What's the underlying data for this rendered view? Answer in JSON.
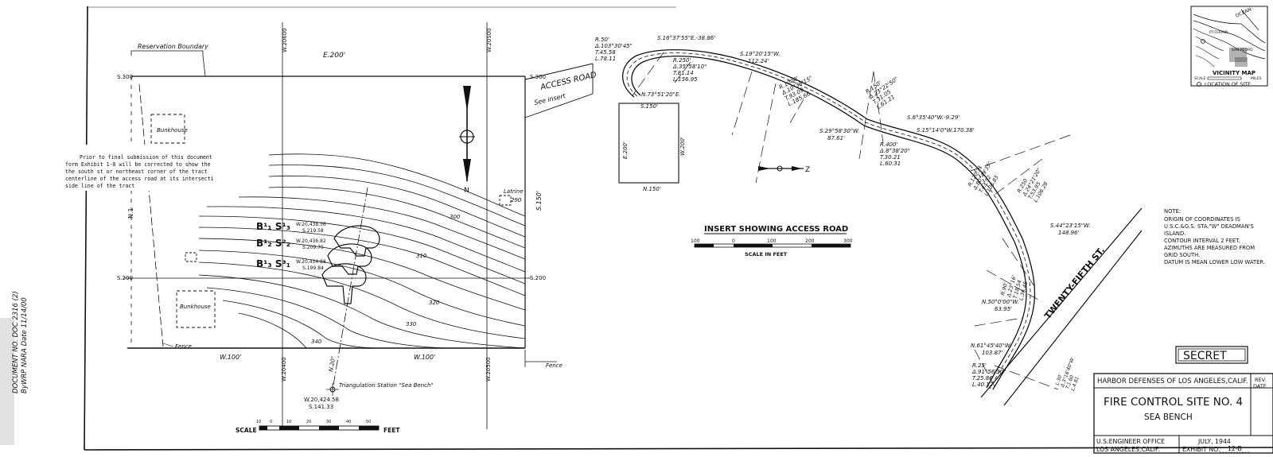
{
  "plan": {
    "reservation_boundary": "Reservation Boundary",
    "east_dim": "E.200'",
    "coord_w20600": "W.20600",
    "coord_w20500": "W.20500",
    "coord_s300_left": "S.300",
    "coord_s300_right": "S.300",
    "coord_s200_left": "S.200",
    "coord_s200_right": "S.200",
    "coord_w20400_bottom": "W.20400",
    "coord_w20500_bottom": "W.20500",
    "north_arrow": "N",
    "dim_n": "N.1",
    "dim_s150": "S.150'",
    "dim_w100_left": "W.100'",
    "dim_w100_right": "W.100'",
    "bunkhouse_top": "Bunkhouse",
    "bunkhouse_bottom": "Bunkhouse",
    "latrine": "Latrine",
    "fence_left": "Fence",
    "fence_right": "Fence",
    "c300": "300",
    "c310": "310",
    "c320": "320",
    "c330": "330",
    "c340": "340",
    "c290": "290",
    "b1s3": "B¹₁ S¹₃",
    "b2s2": "B¹₂ S²₂",
    "b3s1": "B¹₃ S³₁",
    "stn1_w": "W.20,438.36",
    "stn1_s": "S.219.58",
    "stn2_w": "W.20,436.82",
    "stn2_s": "S.209.70",
    "stn3_w": "W.20,434.88",
    "stn3_s": "S.199.84",
    "tri_station": "Triangulation Station \"Sea Bench\"",
    "tri_w": "W.20,424.58",
    "tri_s": "S.141.33",
    "tri_az": "N.20°",
    "note_lines": [
      "Prior to final submission of this document",
      "form Exhibit 1-8 will be corrected to show the",
      "the south st or northeast corner of the tract",
      "centerline of the access road at its intersecti",
      "side line of the tract"
    ],
    "scale_label": "SCALE",
    "scale_ticks": [
      "10",
      "0",
      "10",
      "20",
      "30",
      "40",
      "50"
    ],
    "scale_unit": "FEET"
  },
  "access_road": {
    "access_road_label": "ACCESS ROAD",
    "see_insert": "See insert",
    "n73": "N.73°51'20\"E.",
    "s150": "S.150'",
    "e200": "E.200'",
    "w200": "W.200'",
    "n150": "N.150'",
    "curve1": [
      "R.50'",
      "Δ.103°30'45\"",
      "T.45.58",
      "L.78.11"
    ],
    "s16": "S.16°37'55\"E.-38.86'",
    "curve2": [
      "R.250'",
      "Δ.35°58'10\"",
      "T.81.14",
      "L.156.95"
    ],
    "s19": "S.19°20'15\"W.",
    "s19_len": "112.24'",
    "curve3": [
      "R.1000'",
      "Δ.10°38'15\"",
      "T.93.09",
      "L.185.66"
    ],
    "s29": "S.29°58'30\"W.",
    "s29_len": "87.61'",
    "curve4": [
      "R.150'",
      "Δ.23°22'50\"",
      "T.31.05",
      "L.61.21"
    ],
    "s6": "S.6°35'40\"W.-9.29'",
    "curve5": [
      "R.400'",
      "Δ.8°38'20\"",
      "T.30.21",
      "L.60.31"
    ],
    "s15": "S.15°14'0\"W.170.38'",
    "curve6": [
      "R.120.31",
      "Δ.80°49'35\"",
      "T.43.52",
      "L.106.83"
    ],
    "curve7": [
      "R.250",
      "Δ.24°21'20\"",
      "T.53.95",
      "L.106.28"
    ],
    "s44": "S.44°23'15\"W.",
    "s44_len": "148.96'",
    "curve8": [
      "R.90'",
      "Δ.23°16'",
      "T.18.54",
      "L.36.45"
    ],
    "n50": "N.50°0'00\"W.",
    "n50_len": "63.95'",
    "n61": "N.61°45'40\"W.",
    "n61_len": "103.87'",
    "curve9": [
      "R.25'",
      "Δ.91°56'30\"",
      "T.25.86",
      "L.40.12"
    ],
    "curve10": [
      "L.30'",
      "Δ.3°16'40\"W",
      "T.1.60",
      "L.4.81"
    ],
    "street": "TWENTY-FIFTH ST.",
    "insert_title": "INSERT SHOWING ACCESS ROAD",
    "insert_ticks": [
      "100",
      "0",
      "100",
      "200",
      "300"
    ],
    "insert_scale": "SCALE IN FEET",
    "z_label": "Z"
  },
  "vicinity": {
    "title": "VICINITY MAP",
    "location": "LOCATION OF SITE",
    "ocean": "OCEAN",
    "town1": "PT.FERMIN",
    "town2": "SAN PEDRO",
    "scale": "SCALE",
    "miles": "MILES"
  },
  "notes": {
    "heading": "NOTE:",
    "lines": [
      "ORIGIN OF COORDINATES IS",
      "U.S.C.&G.S. STA.\"W\" DEADMAN'S",
      "ISLAND.",
      "CONTOUR INTERVAL 2 FEET.",
      "AZIMUTHS ARE MEASURED FROM",
      "GRID SOUTH.",
      "DATUM IS MEAN LOWER LOW WATER."
    ]
  },
  "stamp": "SECRET",
  "title_block": {
    "agency": "HARBOR DEFENSES OF LOS ANGELES,CALIF.",
    "rev": "REV.",
    "date": "DATE",
    "title": "FIRE CONTROL SITE NO. 4",
    "subtitle": "SEA BENCH",
    "office_1": "U.S.ENGINEER OFFICE",
    "office_2": "LOS ANGELES,CALIF.",
    "drawing_date": "JULY, 1944",
    "exhibit_label": "EXHIBIT NO.",
    "exhibit_no": "12-B"
  },
  "margin_stamp": [
    "DOCUMENT NO. DOC 2316 (2)",
    "ByWRP NARA Date 11/14/00"
  ]
}
